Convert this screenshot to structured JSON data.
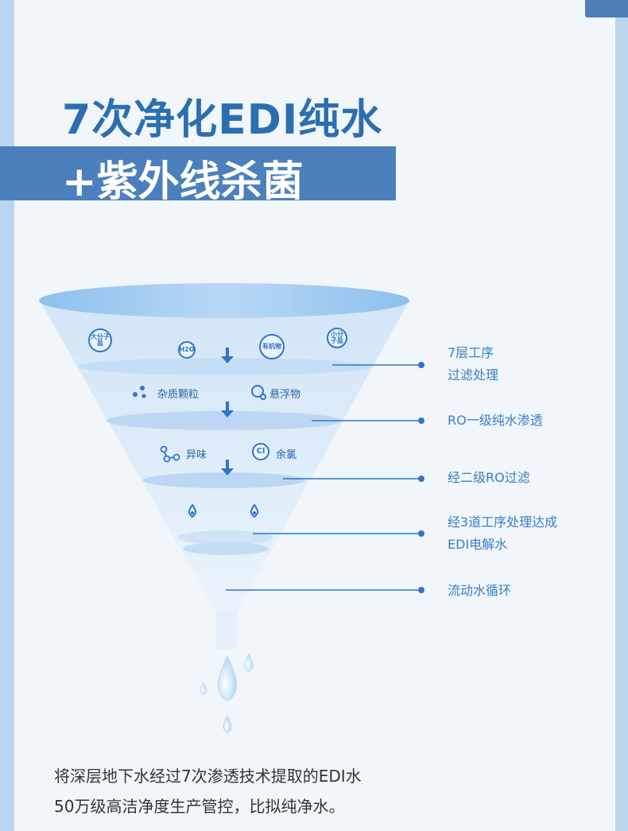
{
  "title": {
    "line1": "7次净化EDI纯水",
    "line2": "+紫外线杀菌"
  },
  "funnel": {
    "icons": [
      {
        "name": "macromolecule-salt-icon",
        "text": "大分子盐"
      },
      {
        "name": "h2o-icon",
        "text": "H2O"
      },
      {
        "name": "organic-matter-icon",
        "text": "有机物"
      },
      {
        "name": "small-molecule-salt-icon",
        "text": "小分子盐"
      }
    ],
    "impurity_label": "杂质颗粒",
    "suspended_label": "悬浮物",
    "odor_label": "异味",
    "chlorine_label": "余氯",
    "chlorine_icon_text": "Cl"
  },
  "stages": [
    {
      "line1": "7层工序",
      "line2": "过滤处理"
    },
    {
      "line1": "RO一级纯水渗透",
      "line2": ""
    },
    {
      "line1": "经二级RO过滤",
      "line2": ""
    },
    {
      "line1": "经3道工序处理达成",
      "line2": "EDI电解水"
    },
    {
      "line1": "流动水循环",
      "line2": ""
    }
  ],
  "description": {
    "line1": "将深层地下水经过7次渗透技术提取的EDI水",
    "line2": "50万级高洁净度生产管控，比拟纯净水。"
  },
  "colors": {
    "accent": "#2c6fb0",
    "band": "#4b80bd",
    "line": "#2f76c8",
    "label": "#3a7ec4"
  }
}
